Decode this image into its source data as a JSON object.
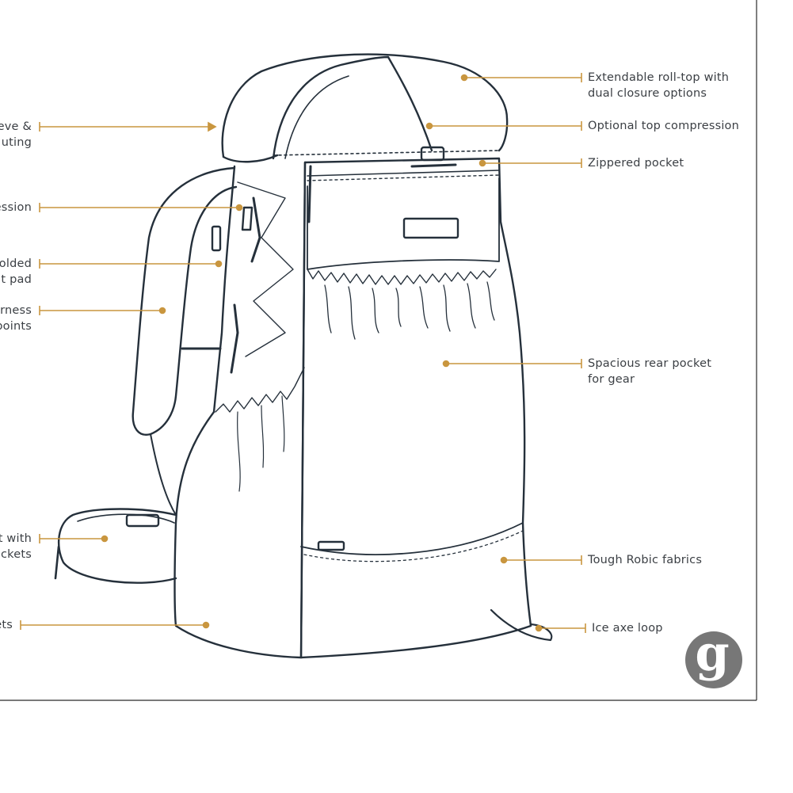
{
  "colors": {
    "ink": "#25303b",
    "leader": "#c9963f",
    "text": "#3b3f44",
    "logo": "#777777",
    "border": "#2b2b2b"
  },
  "logo": {
    "glyph": "g",
    "icon": "brand-g-logo"
  },
  "labels_right": [
    {
      "id": "rolltop",
      "lines": [
        "Extendable roll-top with",
        "dual closure options"
      ]
    },
    {
      "id": "top-compression",
      "lines": [
        "Optional top compression"
      ]
    },
    {
      "id": "zippered-pocket",
      "lines": [
        "Zippered pocket"
      ]
    },
    {
      "id": "rear-pocket",
      "lines": [
        "Spacious rear pocket",
        "for gear"
      ]
    },
    {
      "id": "robic",
      "lines": [
        "Tough Robic fabrics"
      ]
    },
    {
      "id": "ice-axe",
      "lines": [
        "Ice axe loop"
      ]
    }
  ],
  "labels_left": [
    {
      "id": "sleeve",
      "lines": [
        "eve &",
        "uting"
      ]
    },
    {
      "id": "compression",
      "lines": [
        "ession"
      ]
    },
    {
      "id": "folded",
      "lines": [
        "olded",
        "t pad"
      ]
    },
    {
      "id": "harness",
      "lines": [
        "rness",
        "points"
      ]
    },
    {
      "id": "hipbelt",
      "lines": [
        "t with",
        "ckets"
      ]
    },
    {
      "id": "bottom",
      "lines": [
        "ets"
      ]
    }
  ]
}
